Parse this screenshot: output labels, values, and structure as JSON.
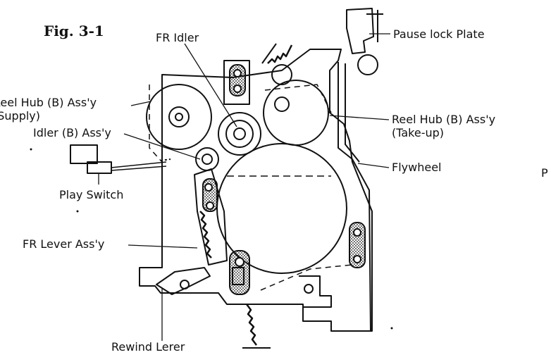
{
  "figure_title": "Fig. 3-1",
  "labels": {
    "fr_idler": "FR Idler",
    "pause_lock_plate": "Pause lock Plate",
    "reel_hub_supply_line1": "Reel Hub (B) Ass'y",
    "reel_hub_supply_line2": "(Supply)",
    "reel_hub_takeup_line1": "Reel Hub (B) Ass'y",
    "reel_hub_takeup_line2": "(Take-up)",
    "idler_b": "Idler (B) Ass'y",
    "flywheel": "Flywheel",
    "play_switch": "Play Switch",
    "fr_lever": "FR Lever Ass'y",
    "rewind_lever": "Rewind Lerer",
    "edge_partial": "P"
  },
  "colors": {
    "ink": "#111111",
    "paper": "#ffffff"
  }
}
